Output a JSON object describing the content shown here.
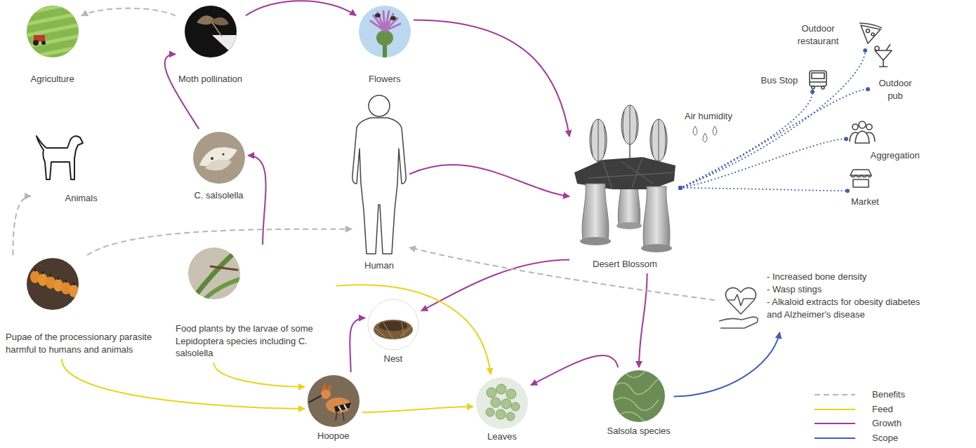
{
  "diagram": {
    "nodes": [
      {
        "text": [
          "Agriculture"
        ]
      },
      {
        "text": [
          "Moth pollination"
        ]
      },
      {
        "text": [
          "Flowers"
        ]
      },
      {
        "text": [
          "Outdoor restaurant"
        ]
      },
      {
        "text": [
          "Bus Stop"
        ]
      },
      {
        "text": [
          "Outdoor pub"
        ]
      },
      {
        "text": [
          "Animals"
        ]
      },
      {
        "text": [
          "C. salsolella"
        ]
      },
      {
        "text": [
          "Aggregation"
        ]
      },
      {
        "text": [
          "Human"
        ]
      },
      {
        "text": [
          "Desert Blossom"
        ]
      },
      {
        "text": [
          "Market"
        ]
      },
      {
        "text": [
          "Pupae of the processionary parasite harmful to humans and animals"
        ]
      },
      {
        "text": [
          "Food plants by the larvae of some Lepidoptera species including C. salsolella"
        ]
      },
      {
        "text": [
          "Nest"
        ]
      },
      {
        "text": [
          "- Increased bone density",
          "- Wasp stings",
          "- Alkaloid extracts for obesity diabetes and Alzheimer's disease"
        ]
      },
      {
        "text": [
          "Hoopoe"
        ]
      },
      {
        "text": [
          "Leaves"
        ]
      },
      {
        "text": [
          "Salsola species"
        ]
      }
    ],
    "edges": [
      {
        "from": 1,
        "to": 0,
        "arrow": "to"
      },
      {
        "from": 1,
        "to": 2,
        "arrow": "to"
      },
      {
        "from": 2,
        "to": 10,
        "arrow": "to"
      },
      {
        "from": 10,
        "to": 3,
        "arrow": "none"
      },
      {
        "from": 10,
        "to": 4,
        "arrow": "none"
      },
      {
        "from": 10,
        "to": 5,
        "arrow": "none"
      },
      {
        "from": 10,
        "to": 8,
        "arrow": "none"
      },
      {
        "from": 10,
        "to": 11,
        "arrow": "none"
      },
      {
        "from": 7,
        "to": 1,
        "arrow": "to"
      },
      {
        "from": 13,
        "to": 7,
        "arrow": "to"
      },
      {
        "from": 12,
        "to": 6,
        "arrow": "to"
      },
      {
        "from": 12,
        "to": 9,
        "arrow": "to"
      },
      {
        "from": 9,
        "to": 10,
        "arrow": "to"
      },
      {
        "from": 10,
        "to": 14,
        "arrow": "to"
      },
      {
        "from": 10,
        "to": 18,
        "arrow": "to"
      },
      {
        "from": 15,
        "to": 9,
        "arrow": "to"
      },
      {
        "from": 18,
        "to": 15,
        "arrow": "to"
      },
      {
        "from": 18,
        "to": 17,
        "arrow": "to"
      },
      {
        "from": 16,
        "to": 14,
        "arrow": "to"
      },
      {
        "from": 16,
        "to": 17,
        "arrow": "to"
      },
      {
        "from": 12,
        "to": 16,
        "arrow": "to"
      },
      {
        "from": 13,
        "to": 16,
        "arrow": "to"
      },
      {
        "from": 13,
        "to": 17,
        "arrow": "to"
      }
    ],
    "labels": [
      "Air humidity"
    ],
    "legend": [
      {
        "text": "Benefits"
      },
      {
        "text": "Feed"
      },
      {
        "text": "Growth"
      },
      {
        "text": "Scope"
      }
    ]
  }
}
